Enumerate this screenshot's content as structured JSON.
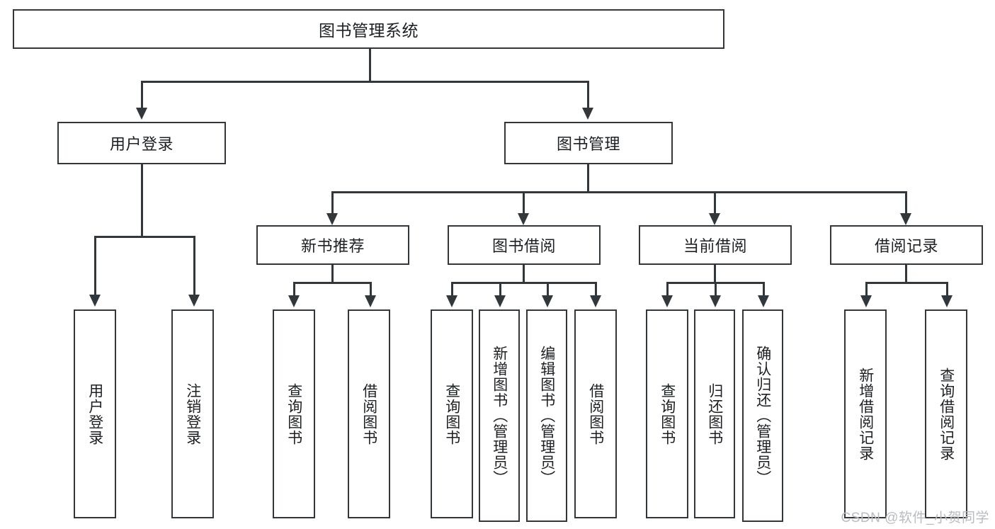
{
  "diagram": {
    "type": "hierarchy-tree",
    "title": "图书管理系统",
    "colors": {
      "stroke": "#32373b",
      "fill": "#ffffff",
      "text": "#1d2023",
      "watermark": "#b9bcbf"
    },
    "root": {
      "label": "图书管理系统"
    },
    "level2": [
      {
        "label": "用户登录"
      },
      {
        "label": "图书管理"
      }
    ],
    "level3": [
      {
        "label": "新书推荐"
      },
      {
        "label": "图书借阅"
      },
      {
        "label": "当前借阅"
      },
      {
        "label": "借阅记录"
      }
    ],
    "leaves": {
      "user_login": [
        {
          "label": "用户登录"
        },
        {
          "label": "注销登录"
        }
      ],
      "new_book_recommend": [
        {
          "label": "查询图书"
        },
        {
          "label": "借阅图书"
        }
      ],
      "book_borrow": [
        {
          "label": "查询图书"
        },
        {
          "label": "新增图书（管理员）"
        },
        {
          "label": "编辑图书（管理员）"
        },
        {
          "label": "借阅图书"
        }
      ],
      "current_borrow": [
        {
          "label": "查询图书"
        },
        {
          "label": "归还图书"
        },
        {
          "label": "确认归还（管理员）"
        }
      ],
      "borrow_record": [
        {
          "label": "新增借阅记录"
        },
        {
          "label": "查询借阅记录"
        }
      ]
    }
  },
  "watermark": {
    "text": "CSDN @软件_小贺同学"
  }
}
